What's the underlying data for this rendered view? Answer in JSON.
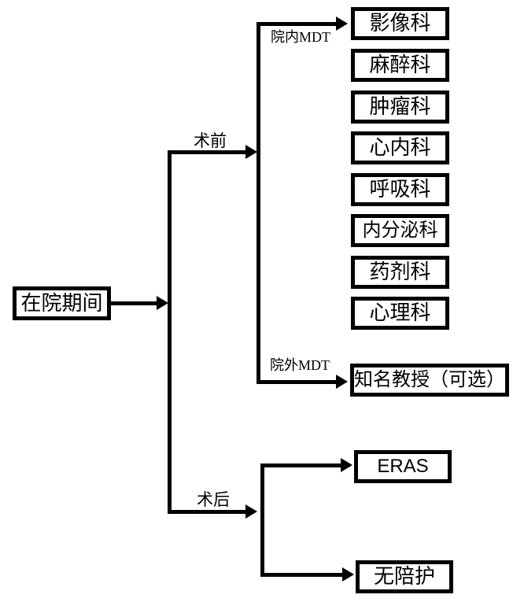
{
  "diagram": {
    "type": "flowchart",
    "root": {
      "label": "在院期间"
    },
    "branches": {
      "pre": {
        "label": "术前",
        "inner": {
          "label": "院内MDT",
          "departments": [
            "影像科",
            "麻醉科",
            "肿瘤科",
            "心内科",
            "呼吸科",
            "内分泌科",
            "药剂科",
            "心理科"
          ]
        },
        "outer": {
          "label": "院外MDT",
          "target": "知名教授（可选）"
        }
      },
      "post": {
        "label": "术后",
        "targets": [
          "ERAS",
          "无陪护"
        ]
      }
    },
    "colors": {
      "line": "#000000",
      "text": "#000000",
      "background": "#ffffff"
    }
  }
}
